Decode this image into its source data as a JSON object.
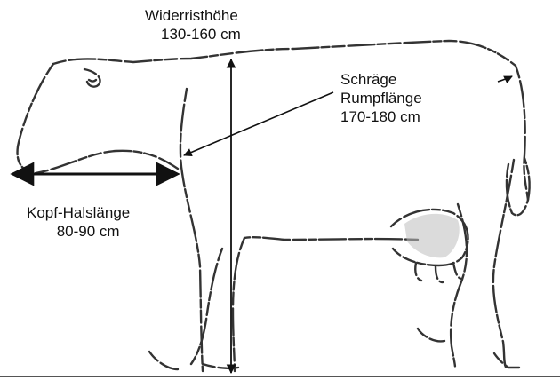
{
  "measurements": {
    "wither_height": {
      "label": "Widerristhöhe",
      "range": "130-160 cm"
    },
    "oblique_trunk_length": {
      "label_line1": "Schräge",
      "label_line2": "Rumpflänge",
      "range": "170-180 cm"
    },
    "head_neck_length": {
      "label": "Kopf-Halslänge",
      "range": "80-90 cm"
    }
  },
  "colors": {
    "outline": "#333333",
    "arrow": "#111111",
    "udder_shade": "#bdbdbd",
    "ground": "#555555"
  }
}
